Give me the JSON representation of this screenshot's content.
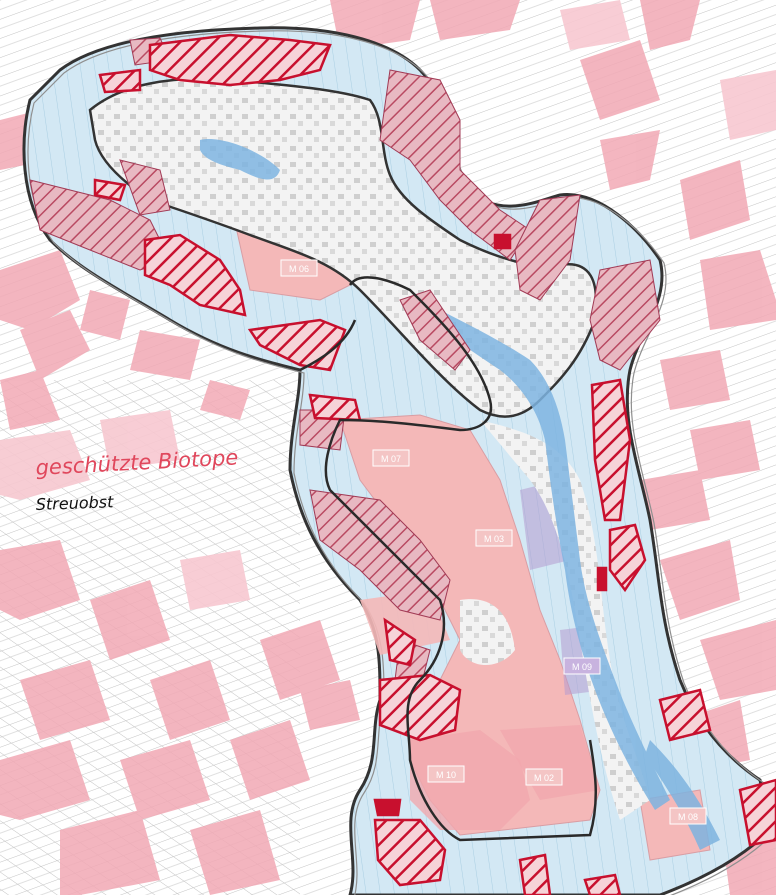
{
  "map": {
    "annotations": {
      "protected_biotopes": "geschützte Biotope",
      "orchards": "Streuobst"
    },
    "area_labels": [
      "M 06",
      "M 07",
      "M 03",
      "M 09",
      "M 10",
      "M 02",
      "M 08"
    ],
    "colors": {
      "field_pink": "#f2a9b5",
      "field_light_pink": "#f7c8d0",
      "zone_salmon": "#f4b8b8",
      "meadow_blue": "#cfe6f3",
      "water_blue": "#7eb4e0",
      "biotope_red": "#c8102e",
      "orchard_mauve": "#b94a62",
      "purple_area": "#b59ad0",
      "outline": "#2a2a2a",
      "parcel_lines": "#b9b9b9",
      "annotation_red": "#e0475c",
      "annotation_black": "#111111"
    }
  }
}
